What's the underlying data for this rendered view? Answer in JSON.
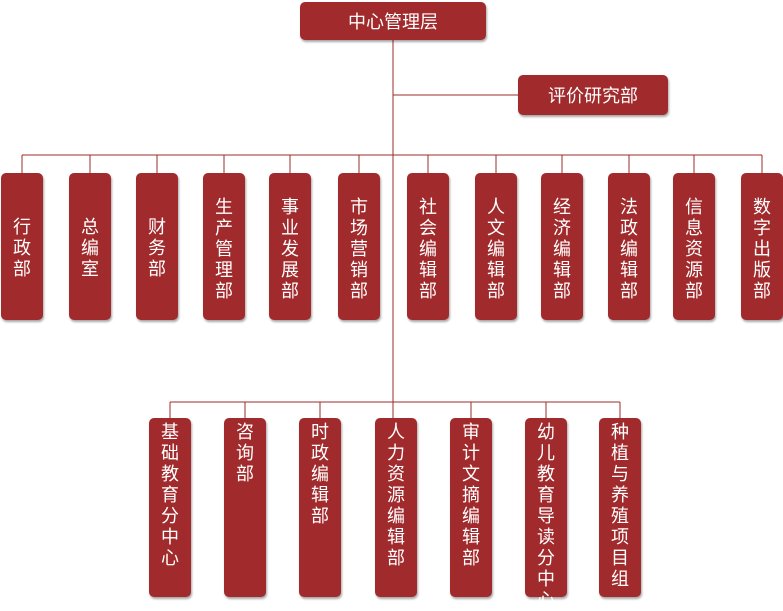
{
  "root": {
    "label": "中心管理层"
  },
  "side": {
    "label": "评价研究部"
  },
  "row1": [
    {
      "label": "行政部"
    },
    {
      "label": "总编室"
    },
    {
      "label": "财务部"
    },
    {
      "label": "生产管理部"
    },
    {
      "label": "事业发展部"
    },
    {
      "label": "市场营销部"
    },
    {
      "label": "社会编辑部"
    },
    {
      "label": "人文编辑部"
    },
    {
      "label": "经济编辑部"
    },
    {
      "label": "法政编辑部"
    },
    {
      "label": "信息资源部"
    },
    {
      "label": "数字出版部"
    }
  ],
  "row2": [
    {
      "label": "基础教育分中心"
    },
    {
      "label": "咨询部"
    },
    {
      "label": "时政编辑部"
    },
    {
      "label": "人力资源编辑部"
    },
    {
      "label": "审计文摘编辑部"
    },
    {
      "label": "幼儿教育导读分中心"
    },
    {
      "label": "种植与养殖项目组"
    }
  ],
  "colors": {
    "box": "#a12a2c",
    "line": "#9e2b2b",
    "text": "#ffffff"
  }
}
